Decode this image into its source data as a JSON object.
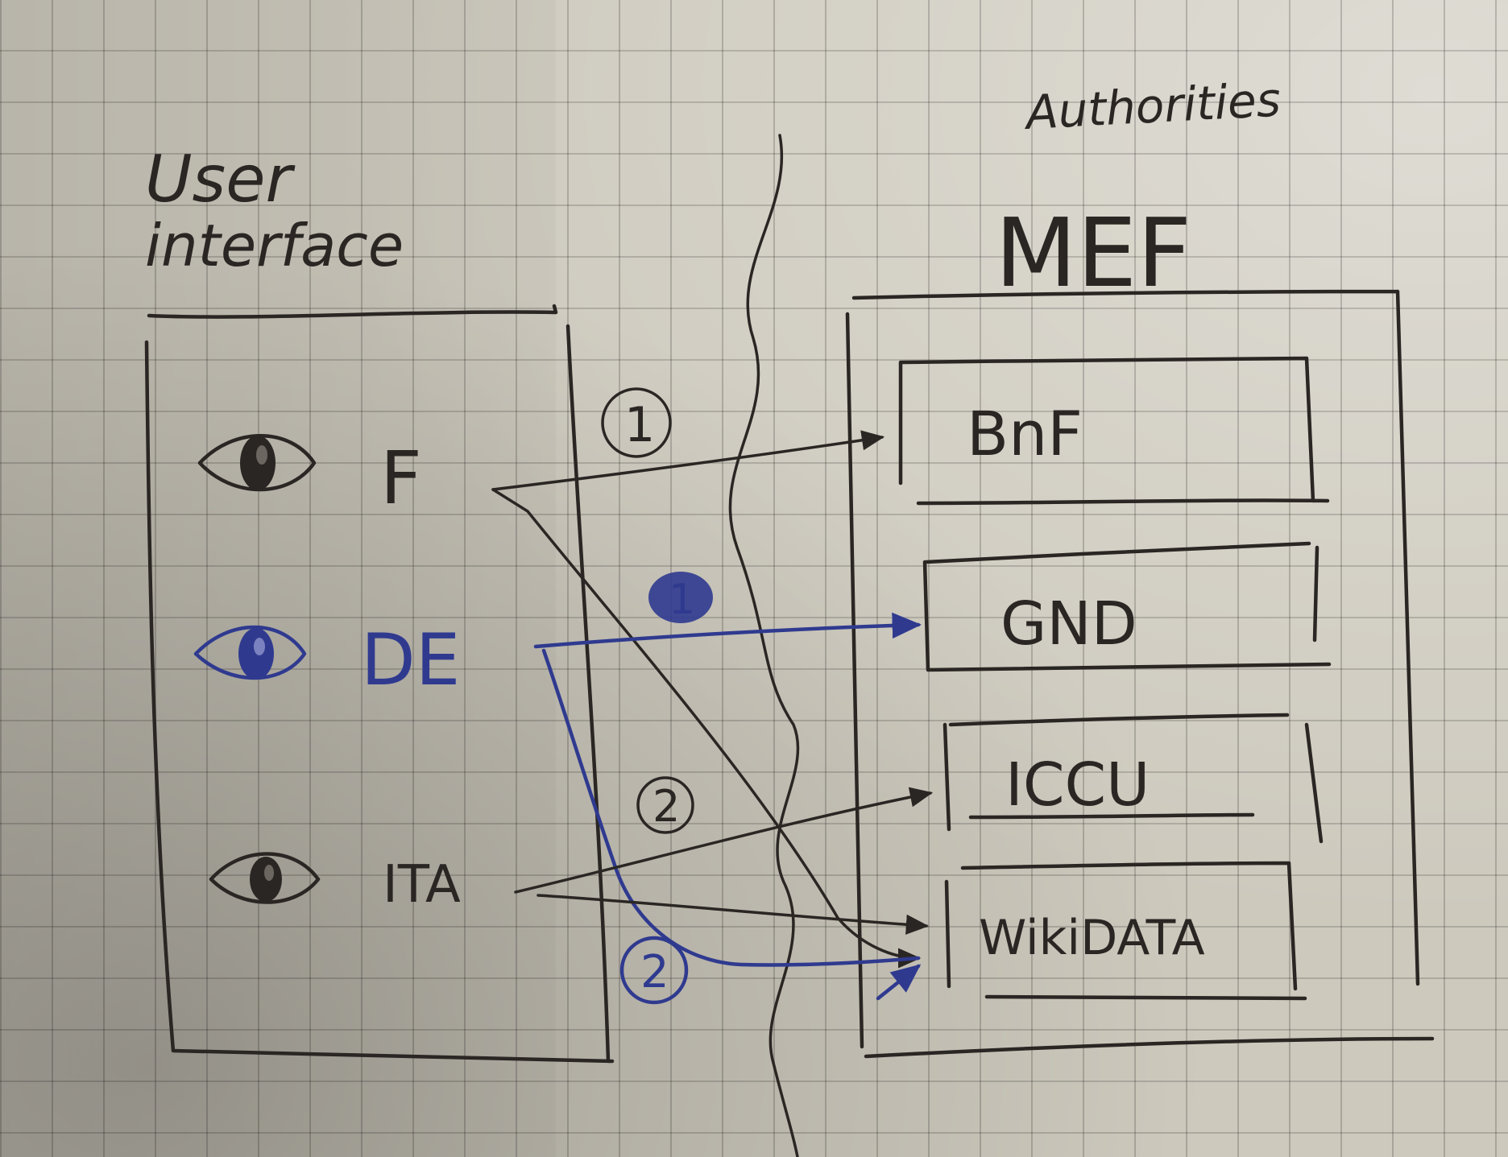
{
  "heading_right": "Authorities",
  "user_interface": {
    "title_line1": "User",
    "title_line2": "interface",
    "languages": [
      {
        "code": "F",
        "color": "#2a2623"
      },
      {
        "code": "DE",
        "color": "#2f3a8f"
      },
      {
        "code": "ITA",
        "color": "#2a2623"
      }
    ]
  },
  "mef": {
    "title": "MEF",
    "sources": [
      "BnF",
      "GND",
      "ICCU",
      "WikiDATA"
    ]
  },
  "arrow_labels": {
    "black_first": "1",
    "blue_first": "1",
    "black_second": "2",
    "blue_second": "2"
  },
  "colors": {
    "ink": "#2a2623",
    "blue_ink": "#2f3a8f",
    "paper": "#cdc9bd"
  },
  "icons": [
    "eye-icon",
    "eye-icon",
    "eye-icon"
  ]
}
